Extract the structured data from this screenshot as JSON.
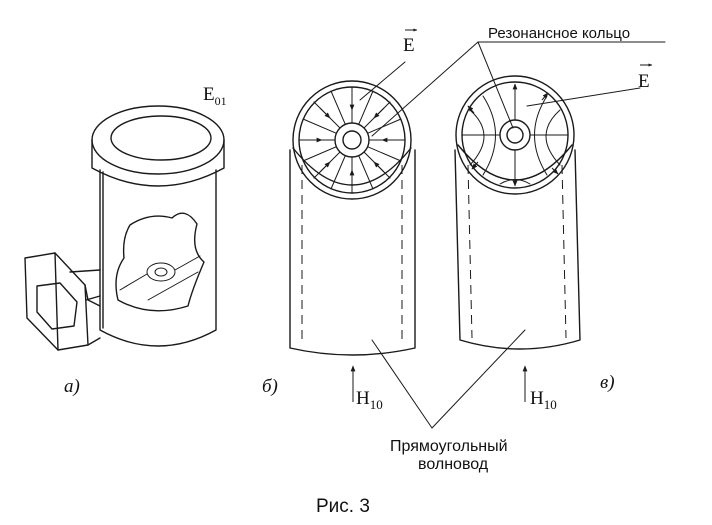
{
  "labels": {
    "mode": "E",
    "mode_sub": "01",
    "field_vector_left": "E",
    "field_vector_right": "E",
    "resonant_ring": "Резонансное  кольцо",
    "panel_a": "а)",
    "panel_b": "б)",
    "panel_c": "в)",
    "h10_left": "H",
    "h10_left_sub": "10",
    "h10_right": "H",
    "h10_right_sub": "10",
    "waveguide_line1": "Прямоугольный",
    "waveguide_line2": "волновод",
    "caption": "Рис. 3"
  }
}
